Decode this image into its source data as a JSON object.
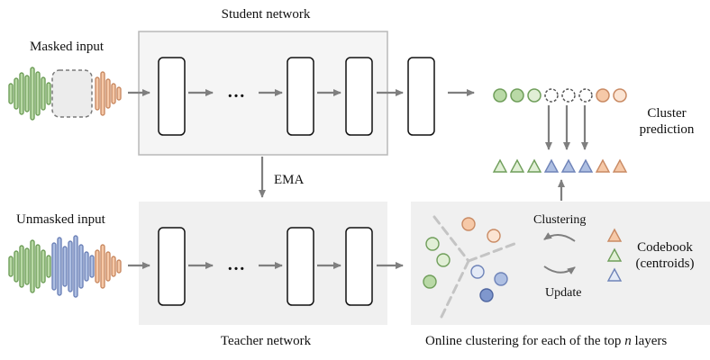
{
  "labels": {
    "student_network": "Student network",
    "teacher_network": "Teacher network",
    "masked_input": "Masked input",
    "unmasked_input": "Unmasked input",
    "ema": "EMA",
    "dots": "…",
    "cluster_prediction_line1": "Cluster",
    "cluster_prediction_line2": "prediction",
    "clustering": "Clustering",
    "update": "Update",
    "codebook_line1": "Codebook",
    "codebook_line2": "(centroids)",
    "online_clustering_prefix": "Online clustering for each of the top ",
    "online_clustering_var": "n",
    "online_clustering_suffix": " layers"
  },
  "colors": {
    "arrow": "#7f7f7f",
    "panel_bg": "#f0f0f0",
    "student_border": "#b8b8b8",
    "green_fill": "#b9d9a6",
    "green_stroke": "#6f9e5a",
    "light_green_fill": "#e1efd6",
    "blue_fill": "#aebfe2",
    "blue_stroke": "#6e83b8",
    "peach_fill": "#f6c9a8",
    "peach_stroke": "#c98a63",
    "light_peach_fill": "#fbe4d3",
    "dashed_divider": "#c4c4c4"
  },
  "icons": {
    "masked_waveform": "waveform-icon",
    "unmasked_waveform": "waveform-icon",
    "cycle_arrows": "refresh-arrows-icon",
    "centroid": "triangle-icon",
    "token": "circle-icon"
  }
}
